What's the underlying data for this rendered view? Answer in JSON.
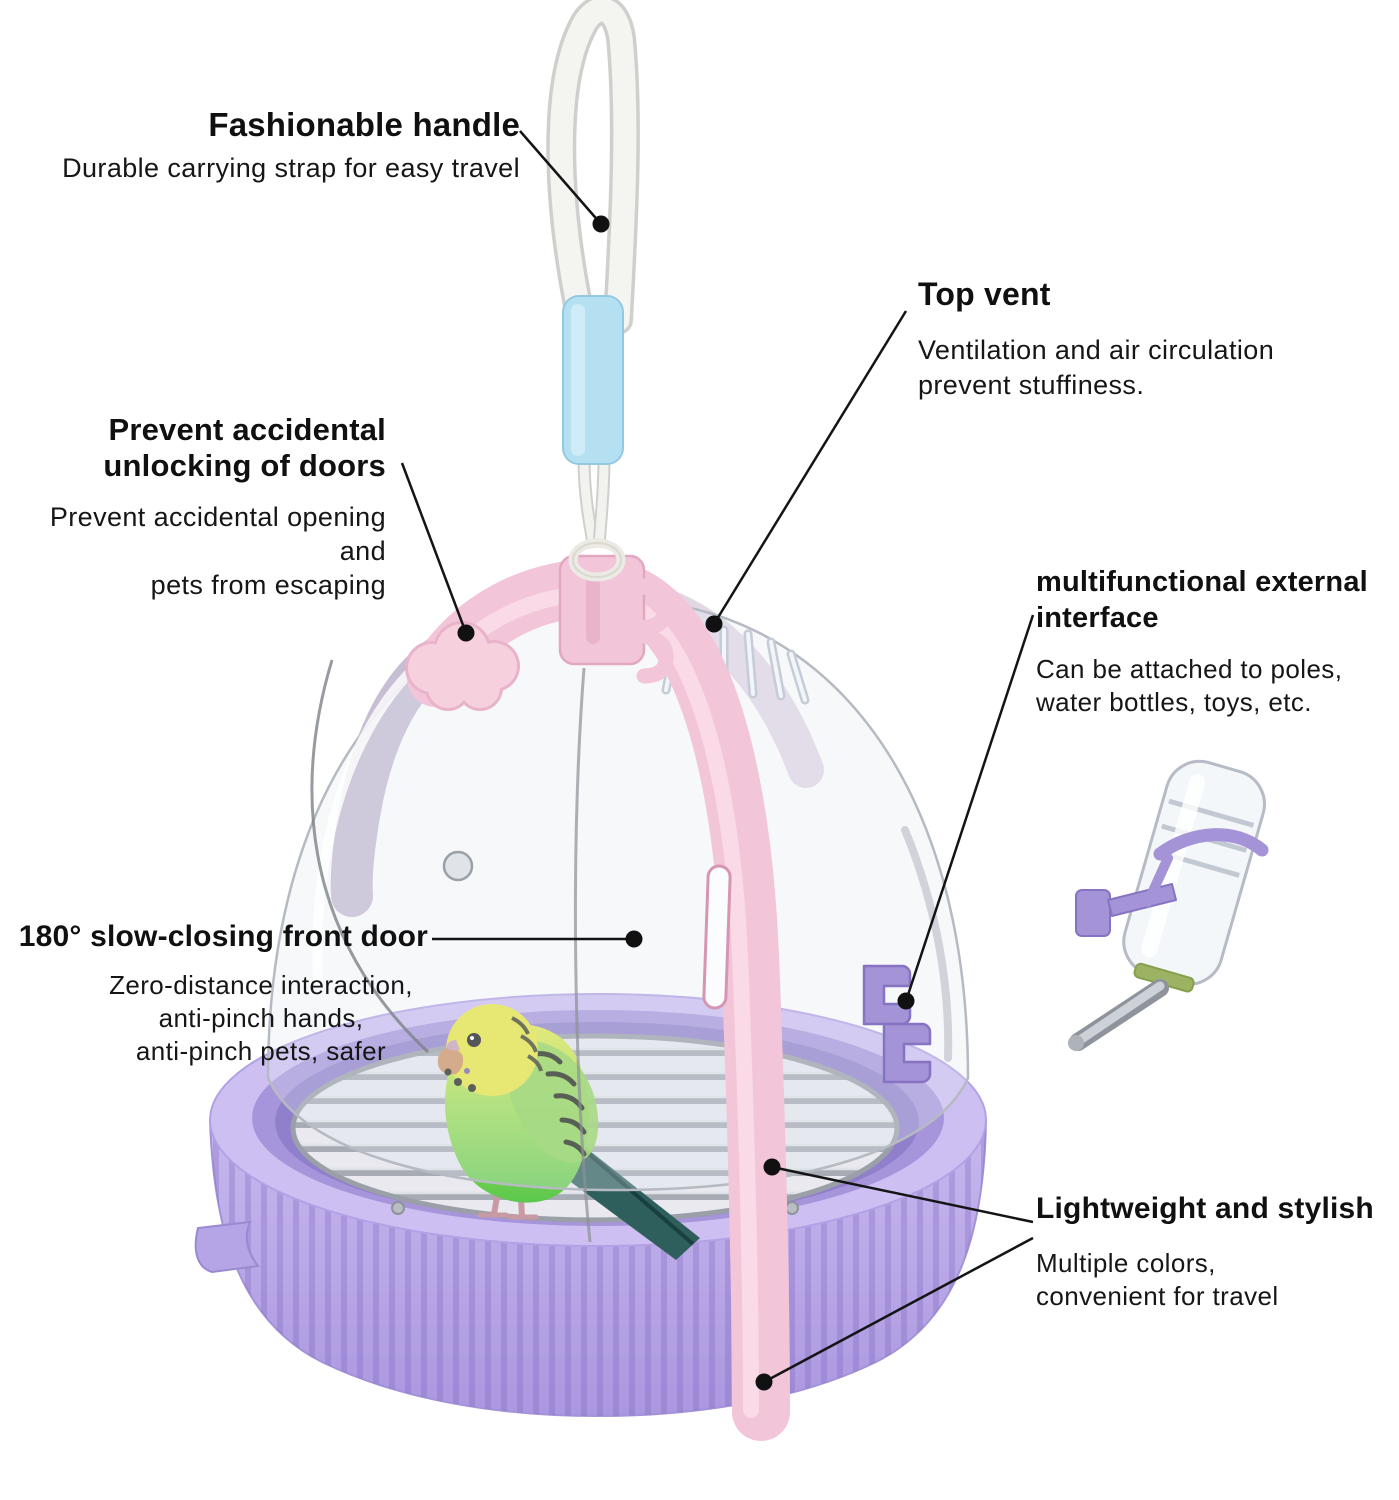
{
  "figure": {
    "type": "product-feature-diagram",
    "product": "Portable bird travel carrier with transparent dome"
  },
  "annotations": {
    "handle": {
      "title": "Fashionable handle",
      "description": "Durable carrying strap for easy travel"
    },
    "top_vent": {
      "title": "Top vent",
      "description": "Ventilation and air circulation\nprevent stuffiness."
    },
    "lock": {
      "title": "Prevent accidental\nunlocking of doors",
      "description": "Prevent accidental opening and\npets from escaping"
    },
    "interface": {
      "title": "multifunctional external\ninterface",
      "description": "Can be attached to poles,\nwater bottles, toys, etc."
    },
    "front_door": {
      "title": "180° slow-closing front door",
      "description": "Zero-distance interaction,\nanti-pinch hands,\nanti-pinch pets, safer"
    },
    "lightweight": {
      "title": "Lightweight and stylish",
      "description": "Multiple colors,\nconvenient for travel"
    }
  },
  "colors": {
    "background": "#ffffff",
    "text": "#111111",
    "leader_line": "#141414",
    "base_purple": "#c7b8ee",
    "base_purple_dark": "#a08dd6",
    "strap_pink": "#f2c6d8",
    "sleeve_blue": "#aadcf0",
    "accessory_purple": "#a493d6",
    "grate_gray": "#a7abb4",
    "bird_yellow": "#eae73e",
    "bird_green": "#6fd44f"
  }
}
